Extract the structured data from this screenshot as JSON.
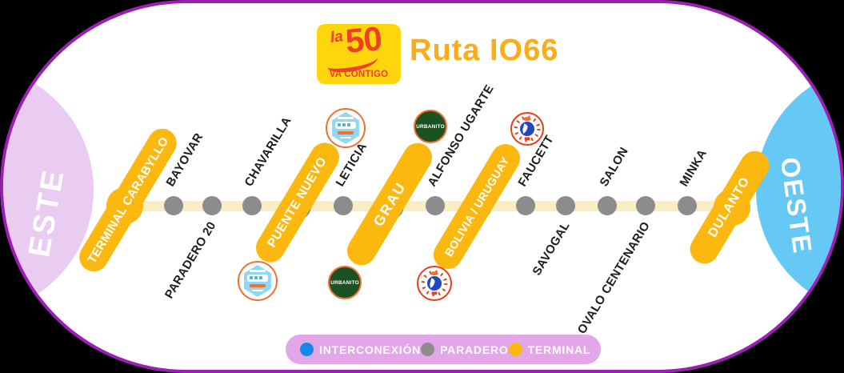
{
  "header": {
    "title": "Ruta IO66",
    "logo": {
      "la": "la",
      "fifty": "50",
      "tagline": "VA CONTIGO"
    }
  },
  "regions": {
    "east": "ESTE",
    "west": "OESTE"
  },
  "route": {
    "stations": [
      {
        "name": "TERMINAL CARABYLLO",
        "type": "terminal"
      },
      {
        "name": "BAYOVAR",
        "type": "paradero",
        "side": "above"
      },
      {
        "name": "PARADERO 20",
        "type": "paradero",
        "side": "below"
      },
      {
        "name": "CHAVARILLA",
        "type": "paradero",
        "side": "above"
      },
      {
        "name": "PUENTE NUEVO",
        "type": "interconexion",
        "badge": "tren-logo"
      },
      {
        "name": "LETICIA",
        "type": "paradero",
        "side": "above"
      },
      {
        "name": "GRAU",
        "type": "interconexion",
        "badge": "urbanito-logo"
      },
      {
        "name": "ALFONSO UGARTE",
        "type": "paradero",
        "side": "above"
      },
      {
        "name": "BOLIVIA / URUGUAY",
        "type": "interconexion",
        "badge": "globo-logo"
      },
      {
        "name": "FAUCETT",
        "type": "paradero",
        "side": "above"
      },
      {
        "name": "SAVOGAL",
        "type": "paradero",
        "side": "below"
      },
      {
        "name": "SALON",
        "type": "paradero",
        "side": "above"
      },
      {
        "name": "OVALO CENTENARIO",
        "type": "paradero",
        "side": "below"
      },
      {
        "name": "MINKA",
        "type": "paradero",
        "side": "above"
      },
      {
        "name": "DULANTO",
        "type": "terminal"
      }
    ]
  },
  "badges": {
    "urbanito_label": "URBANITO"
  },
  "legend": {
    "items": [
      {
        "label": "INTERCONEXIÓN",
        "color": "#1588E8"
      },
      {
        "label": "PARADERO",
        "color": "#8C8C8C"
      },
      {
        "label": "TERMINAL",
        "color": "#FCB80E"
      }
    ]
  },
  "colors": {
    "card_border": "#9B1FB5",
    "east_lens": "#EACBF2",
    "west_lens": "#66C8F4",
    "route_line": "#FAEDC3",
    "bar_yellow": "#FCB80E",
    "paradero_gray": "#8C8C8C",
    "interconexion_blue": "#1588E8",
    "logo_yellow": "#FFD60E",
    "logo_red": "#EE4023",
    "title_orange": "#FBAC18",
    "legend_pill": "#E2A7E9",
    "urbanito_green": "#1A5222"
  }
}
